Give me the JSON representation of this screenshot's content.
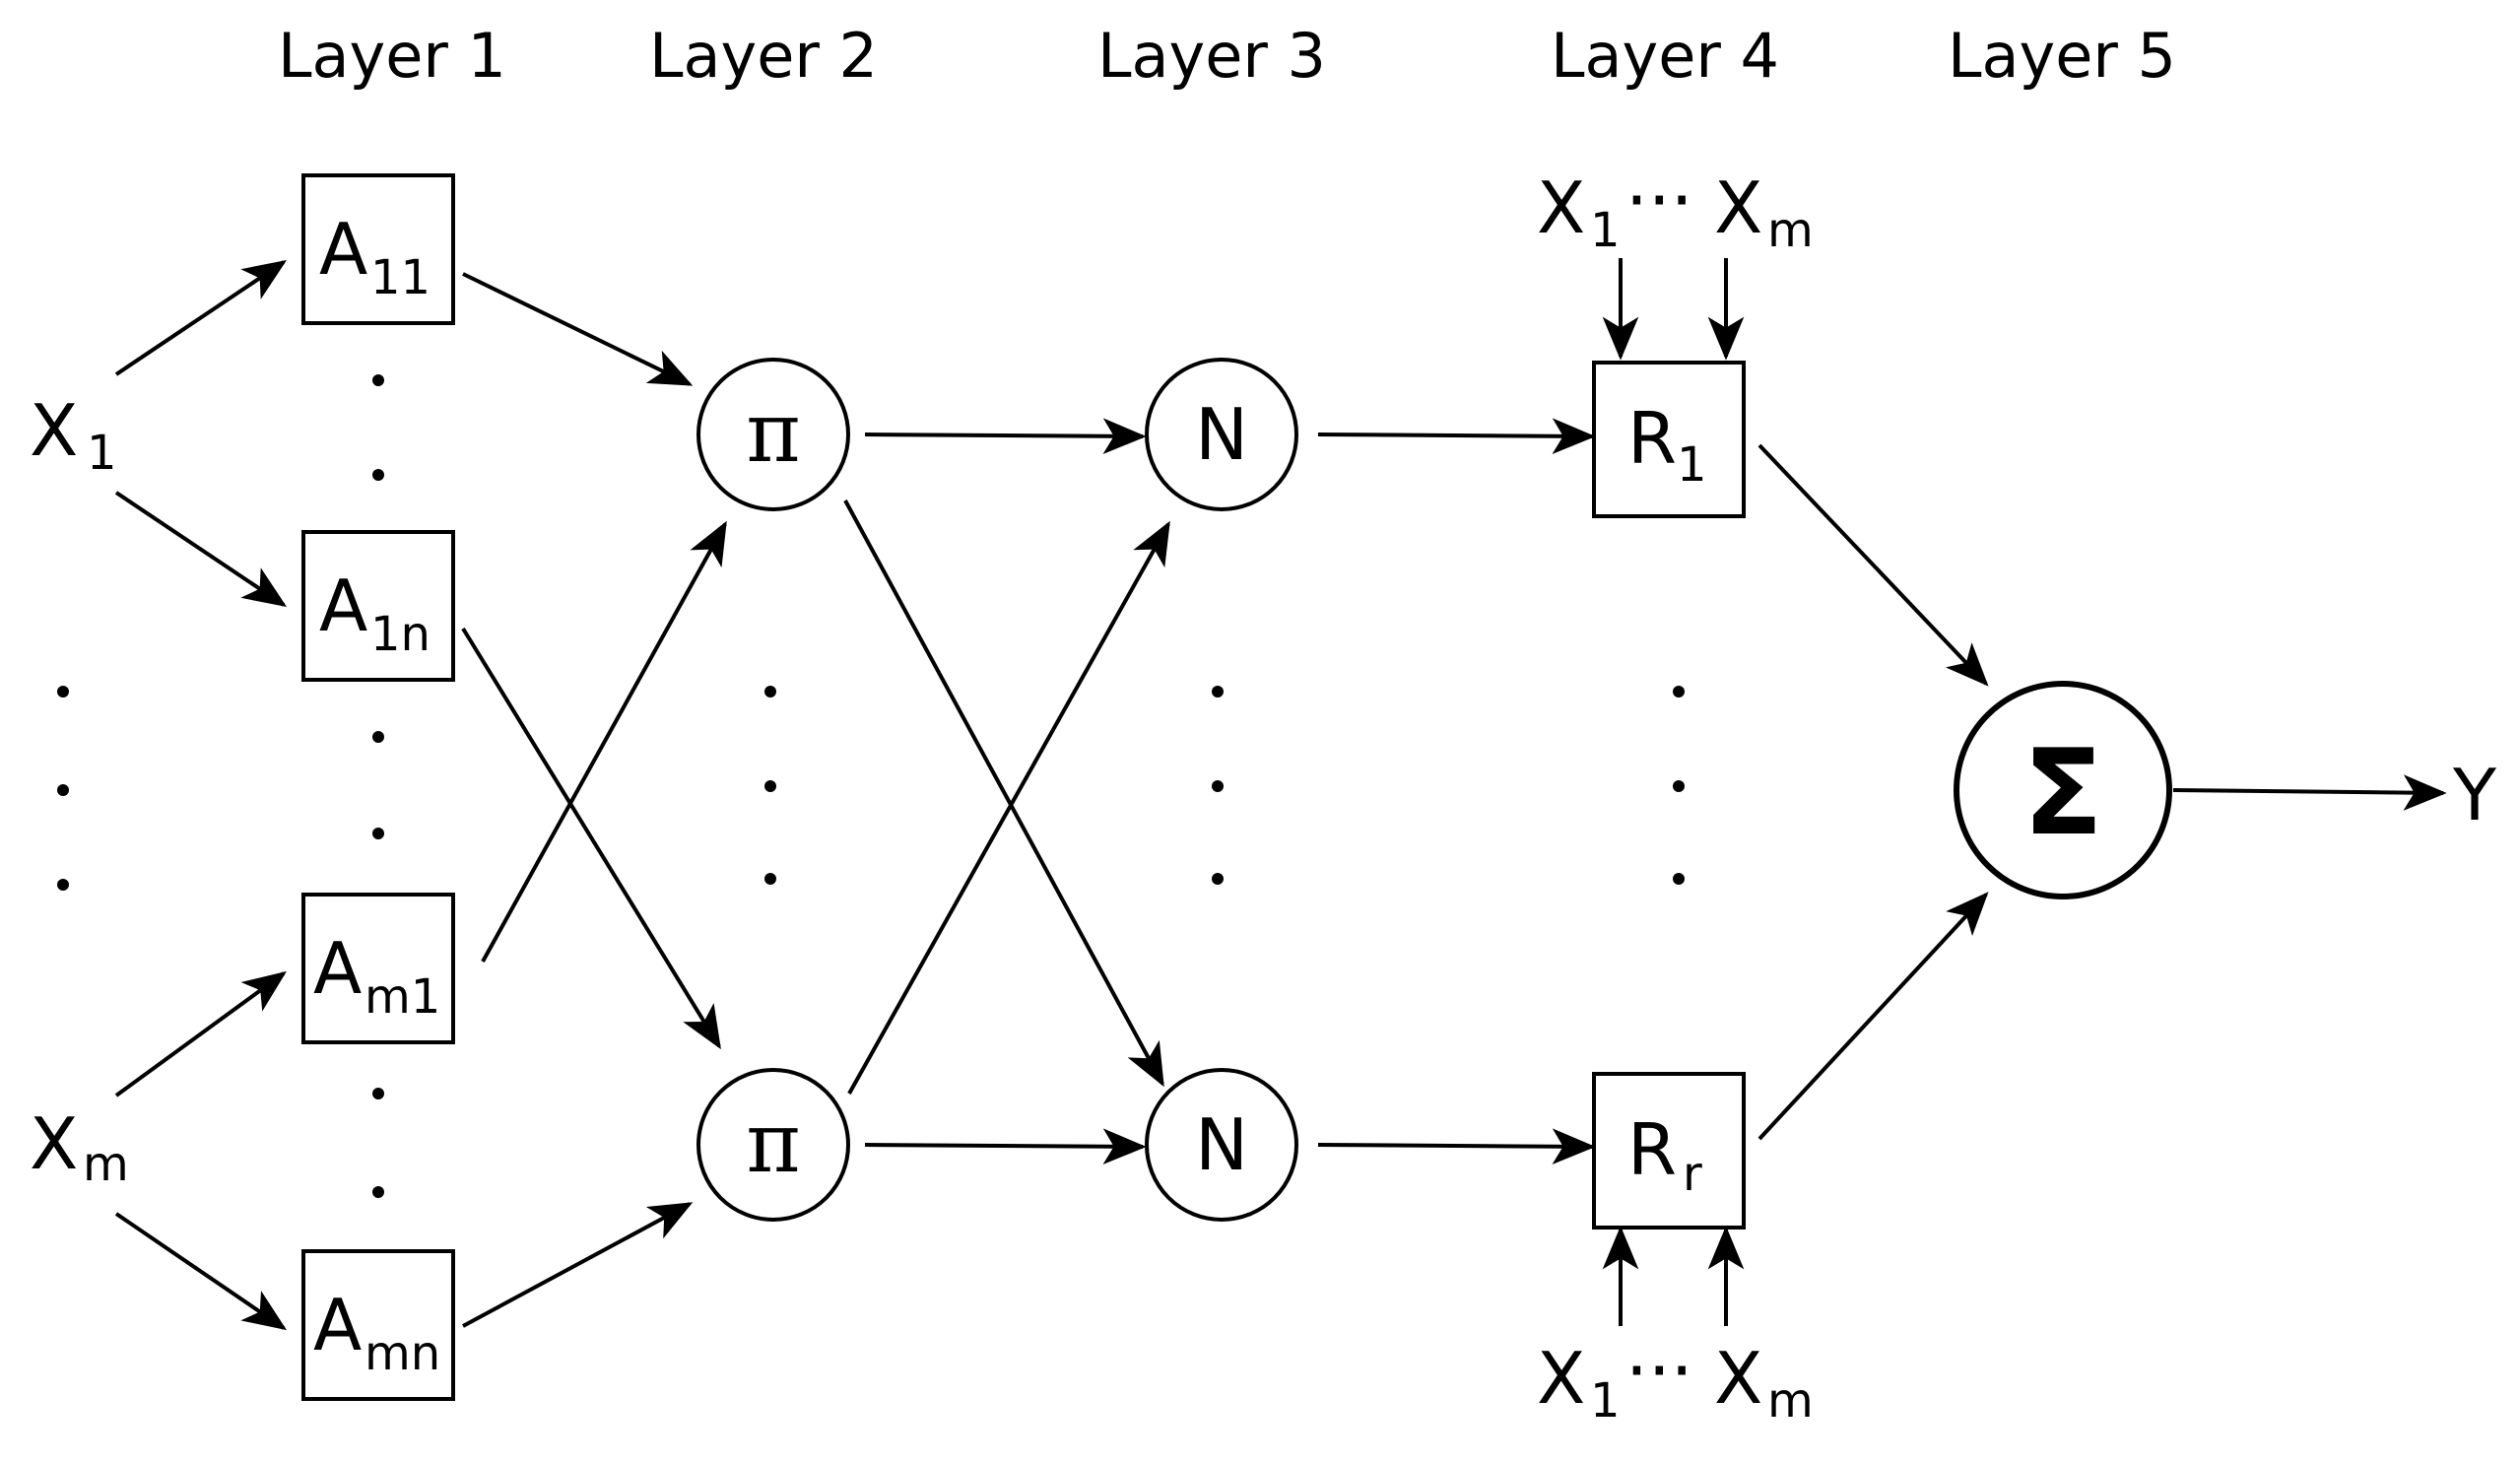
{
  "diagram": {
    "layers": [
      "Layer 1",
      "Layer 2",
      "Layer 3",
      "Layer 4",
      "Layer 5"
    ],
    "inputs": [
      {
        "id": "x1",
        "main": "X",
        "sub": "1"
      },
      {
        "id": "xm",
        "main": "X",
        "sub": "m"
      }
    ],
    "layer1_nodes": [
      {
        "id": "a11",
        "main": "A",
        "sub": "11"
      },
      {
        "id": "a1n",
        "main": "A",
        "sub": "1n"
      },
      {
        "id": "am1",
        "main": "A",
        "sub": "m1"
      },
      {
        "id": "amn",
        "main": "A",
        "sub": "mn"
      }
    ],
    "layer2_nodes": [
      {
        "id": "pi_top",
        "label": "π"
      },
      {
        "id": "pi_bottom",
        "label": "π"
      }
    ],
    "layer3_nodes": [
      {
        "id": "n_top",
        "label": "N"
      },
      {
        "id": "n_bottom",
        "label": "N"
      }
    ],
    "layer4_nodes": [
      {
        "id": "r1",
        "main": "R",
        "sub": "1"
      },
      {
        "id": "rr",
        "main": "R",
        "sub": "r"
      }
    ],
    "layer4_inputs": {
      "first_main": "X",
      "first_sub": "1",
      "ellipsis": "···",
      "last_main": "X",
      "last_sub": "m"
    },
    "layer5_node": {
      "id": "sum",
      "label": "Σ"
    },
    "output": {
      "label": "Y"
    }
  }
}
